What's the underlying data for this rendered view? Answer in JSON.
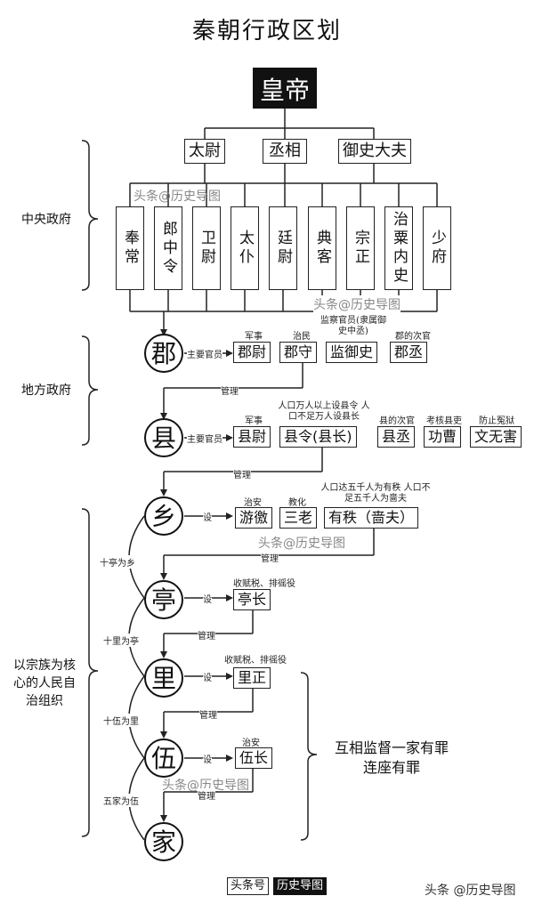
{
  "title": "秦朝行政区划",
  "emperor": "皇帝",
  "three_ministers": [
    "太尉",
    "丞相",
    "御史大夫"
  ],
  "nine_ministers": [
    "奉常",
    "郎中令",
    "卫尉",
    "太仆",
    "廷尉",
    "典客",
    "宗正",
    "治粟内史",
    "少府"
  ],
  "sections": {
    "central": "中央政府",
    "local": "地方政府",
    "clan": "以宗族为核心的人民自治组织"
  },
  "levels": {
    "jun": "郡",
    "xian": "县",
    "xiang": "乡",
    "ting": "亭",
    "li": "里",
    "wu": "伍",
    "jia": "家"
  },
  "connectors": {
    "main_officials": "主要官员",
    "manage": "管理",
    "set": "设"
  },
  "jun_officials": [
    {
      "note": "军事",
      "name": "郡尉"
    },
    {
      "note": "治民",
      "name": "郡守"
    },
    {
      "note": "监察官员(隶属御史中丞)",
      "name": "监御史"
    },
    {
      "note": "郡的次官",
      "name": "郡丞"
    }
  ],
  "xian_officials": [
    {
      "note": "军事",
      "name": "县尉"
    },
    {
      "note": "人口万人以上设县令 人口不足万人设县长",
      "name": "县令(县长)"
    },
    {
      "note": "县的次官",
      "name": "县丞"
    },
    {
      "note": "考核县吏",
      "name": "功曹"
    },
    {
      "note": "防止冤狱",
      "name": "文无害"
    }
  ],
  "xiang_officials": [
    {
      "note": "治安",
      "name": "游徼"
    },
    {
      "note": "教化",
      "name": "三老"
    },
    {
      "note": "人口达五千人为有秩 人口不足五千人为啬夫",
      "name": "有秩（啬夫）"
    }
  ],
  "ting_official": {
    "note": "收赋税、排徭役",
    "name": "亭长"
  },
  "li_official": {
    "note": "收赋税、排徭役",
    "name": "里正"
  },
  "wu_official": {
    "note": "治安",
    "name": "伍长"
  },
  "groupings": [
    "十亭为乡",
    "十里为亭",
    "十伍为里",
    "五家为伍"
  ],
  "mutual": [
    "互相监督一家有罪",
    "连座有罪"
  ],
  "watermark": "头条@历史导图",
  "footer": {
    "label": "头条号",
    "name": "历史导图",
    "brand": "头条 @历史导图"
  }
}
